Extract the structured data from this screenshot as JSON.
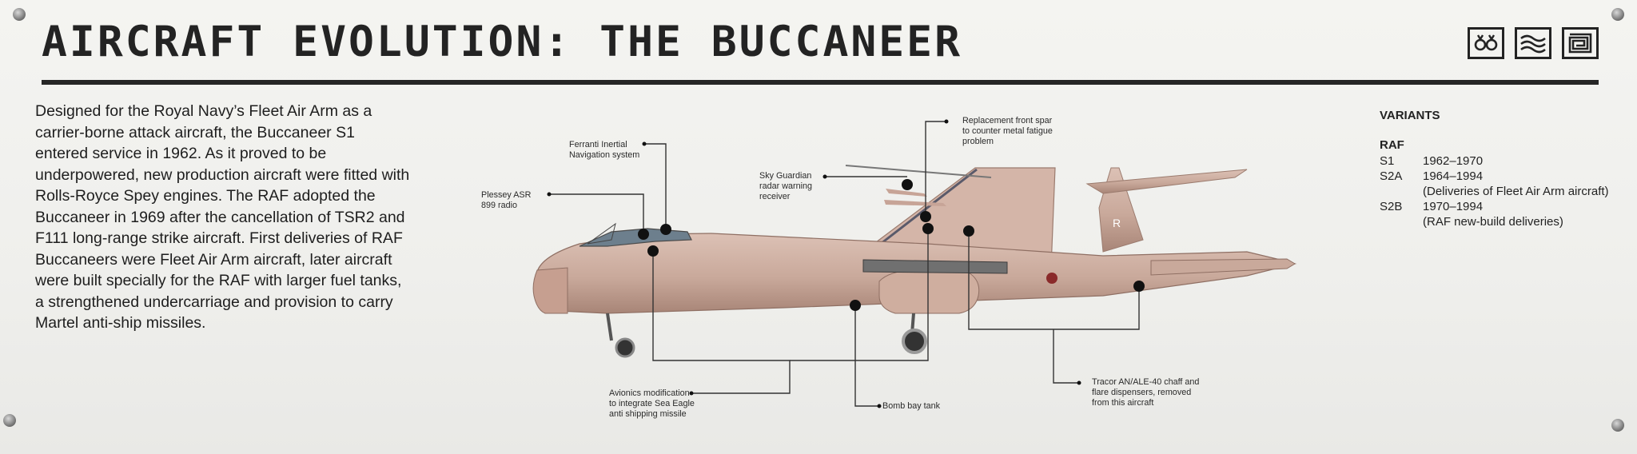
{
  "title": "AIRCRAFT EVOLUTION: THE BUCCANEER",
  "header_icons": [
    "bomb-icon",
    "waves-icon",
    "square-spiral-icon"
  ],
  "intro": "Designed for the Royal Navy’s Fleet Air Arm as a carrier-borne attack aircraft, the Buccaneer S1 entered service in 1962. As it proved to be underpowered, new production aircraft were fitted with Rolls-Royce Spey engines. The RAF adopted the Buccaneer in 1969 after the cancellation of TSR2 and F111 long-range strike aircraft. First deliveries of RAF Buccaneers were Fleet Air Arm aircraft, later aircraft were built specially for the RAF with larger fuel tanks, a strengthened undercarriage and provision to carry Martel anti-ship missiles.",
  "callouts": {
    "plessey": "Plessey ASR\n899 radio",
    "ferranti": "Ferranti Inertial\nNavigation system",
    "sky_guardian": "Sky Guardian\nradar warning\nreceiver",
    "front_spar": "Replacement front spar\nto counter metal fatigue\nproblem",
    "avionics": "Avionics modification\nto integrate Sea Eagle\nanti shipping missile",
    "bomb_bay": "Bomb bay tank",
    "tracor": "Tracor AN/ALE-40 chaff and\nflare dispensers, removed\nfrom this aircraft"
  },
  "aircraft_tail_letter": "R",
  "variants": {
    "heading": "VARIANTS",
    "group": "RAF",
    "rows": [
      {
        "code": "S1",
        "years": "1962–1970",
        "note": ""
      },
      {
        "code": "S2A",
        "years": "1964–1994",
        "note": "(Deliveries of Fleet Air Arm aircraft)"
      },
      {
        "code": "S2B",
        "years": "1970–1994",
        "note": "(RAF new-build deliveries)"
      }
    ]
  },
  "colors": {
    "panel": "#f1f1ee",
    "ink": "#232323",
    "aircraft": "#c9a99b"
  }
}
